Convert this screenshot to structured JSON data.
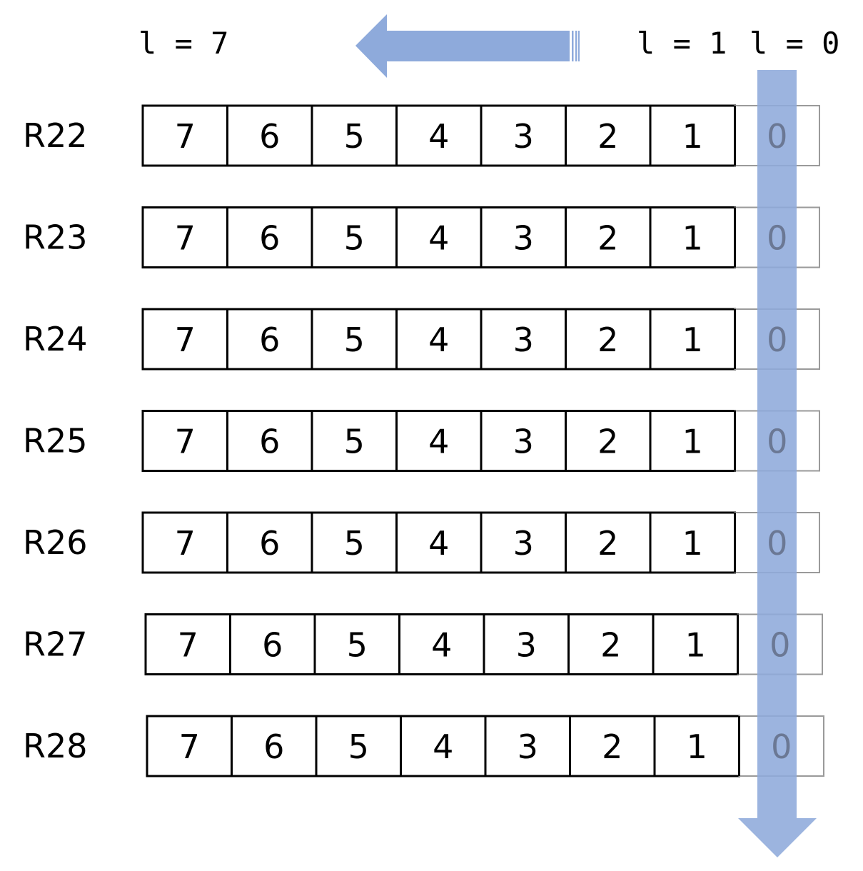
{
  "level_labels": {
    "left": "l = 7",
    "right_first": "l = 1",
    "right_second": "l = 0"
  },
  "rows": [
    {
      "label": "R22",
      "cells": [
        "7",
        "6",
        "5",
        "4",
        "3",
        "2",
        "1",
        "0"
      ]
    },
    {
      "label": "R23",
      "cells": [
        "7",
        "6",
        "5",
        "4",
        "3",
        "2",
        "1",
        "0"
      ]
    },
    {
      "label": "R24",
      "cells": [
        "7",
        "6",
        "5",
        "4",
        "3",
        "2",
        "1",
        "0"
      ]
    },
    {
      "label": "R25",
      "cells": [
        "7",
        "6",
        "5",
        "4",
        "3",
        "2",
        "1",
        "0"
      ]
    },
    {
      "label": "R26",
      "cells": [
        "7",
        "6",
        "5",
        "4",
        "3",
        "2",
        "1",
        "0"
      ]
    },
    {
      "label": "R27",
      "cells": [
        "7",
        "6",
        "5",
        "4",
        "3",
        "2",
        "1",
        "0"
      ]
    },
    {
      "label": "R28",
      "cells": [
        "7",
        "6",
        "5",
        "4",
        "3",
        "2",
        "1",
        "0"
      ]
    }
  ],
  "colors": {
    "arrow": "#8eaadb",
    "cell_border": "#000000",
    "highlighted_cell_border": "#9a9a9a",
    "highlighted_cell_text": "#6b7894"
  }
}
